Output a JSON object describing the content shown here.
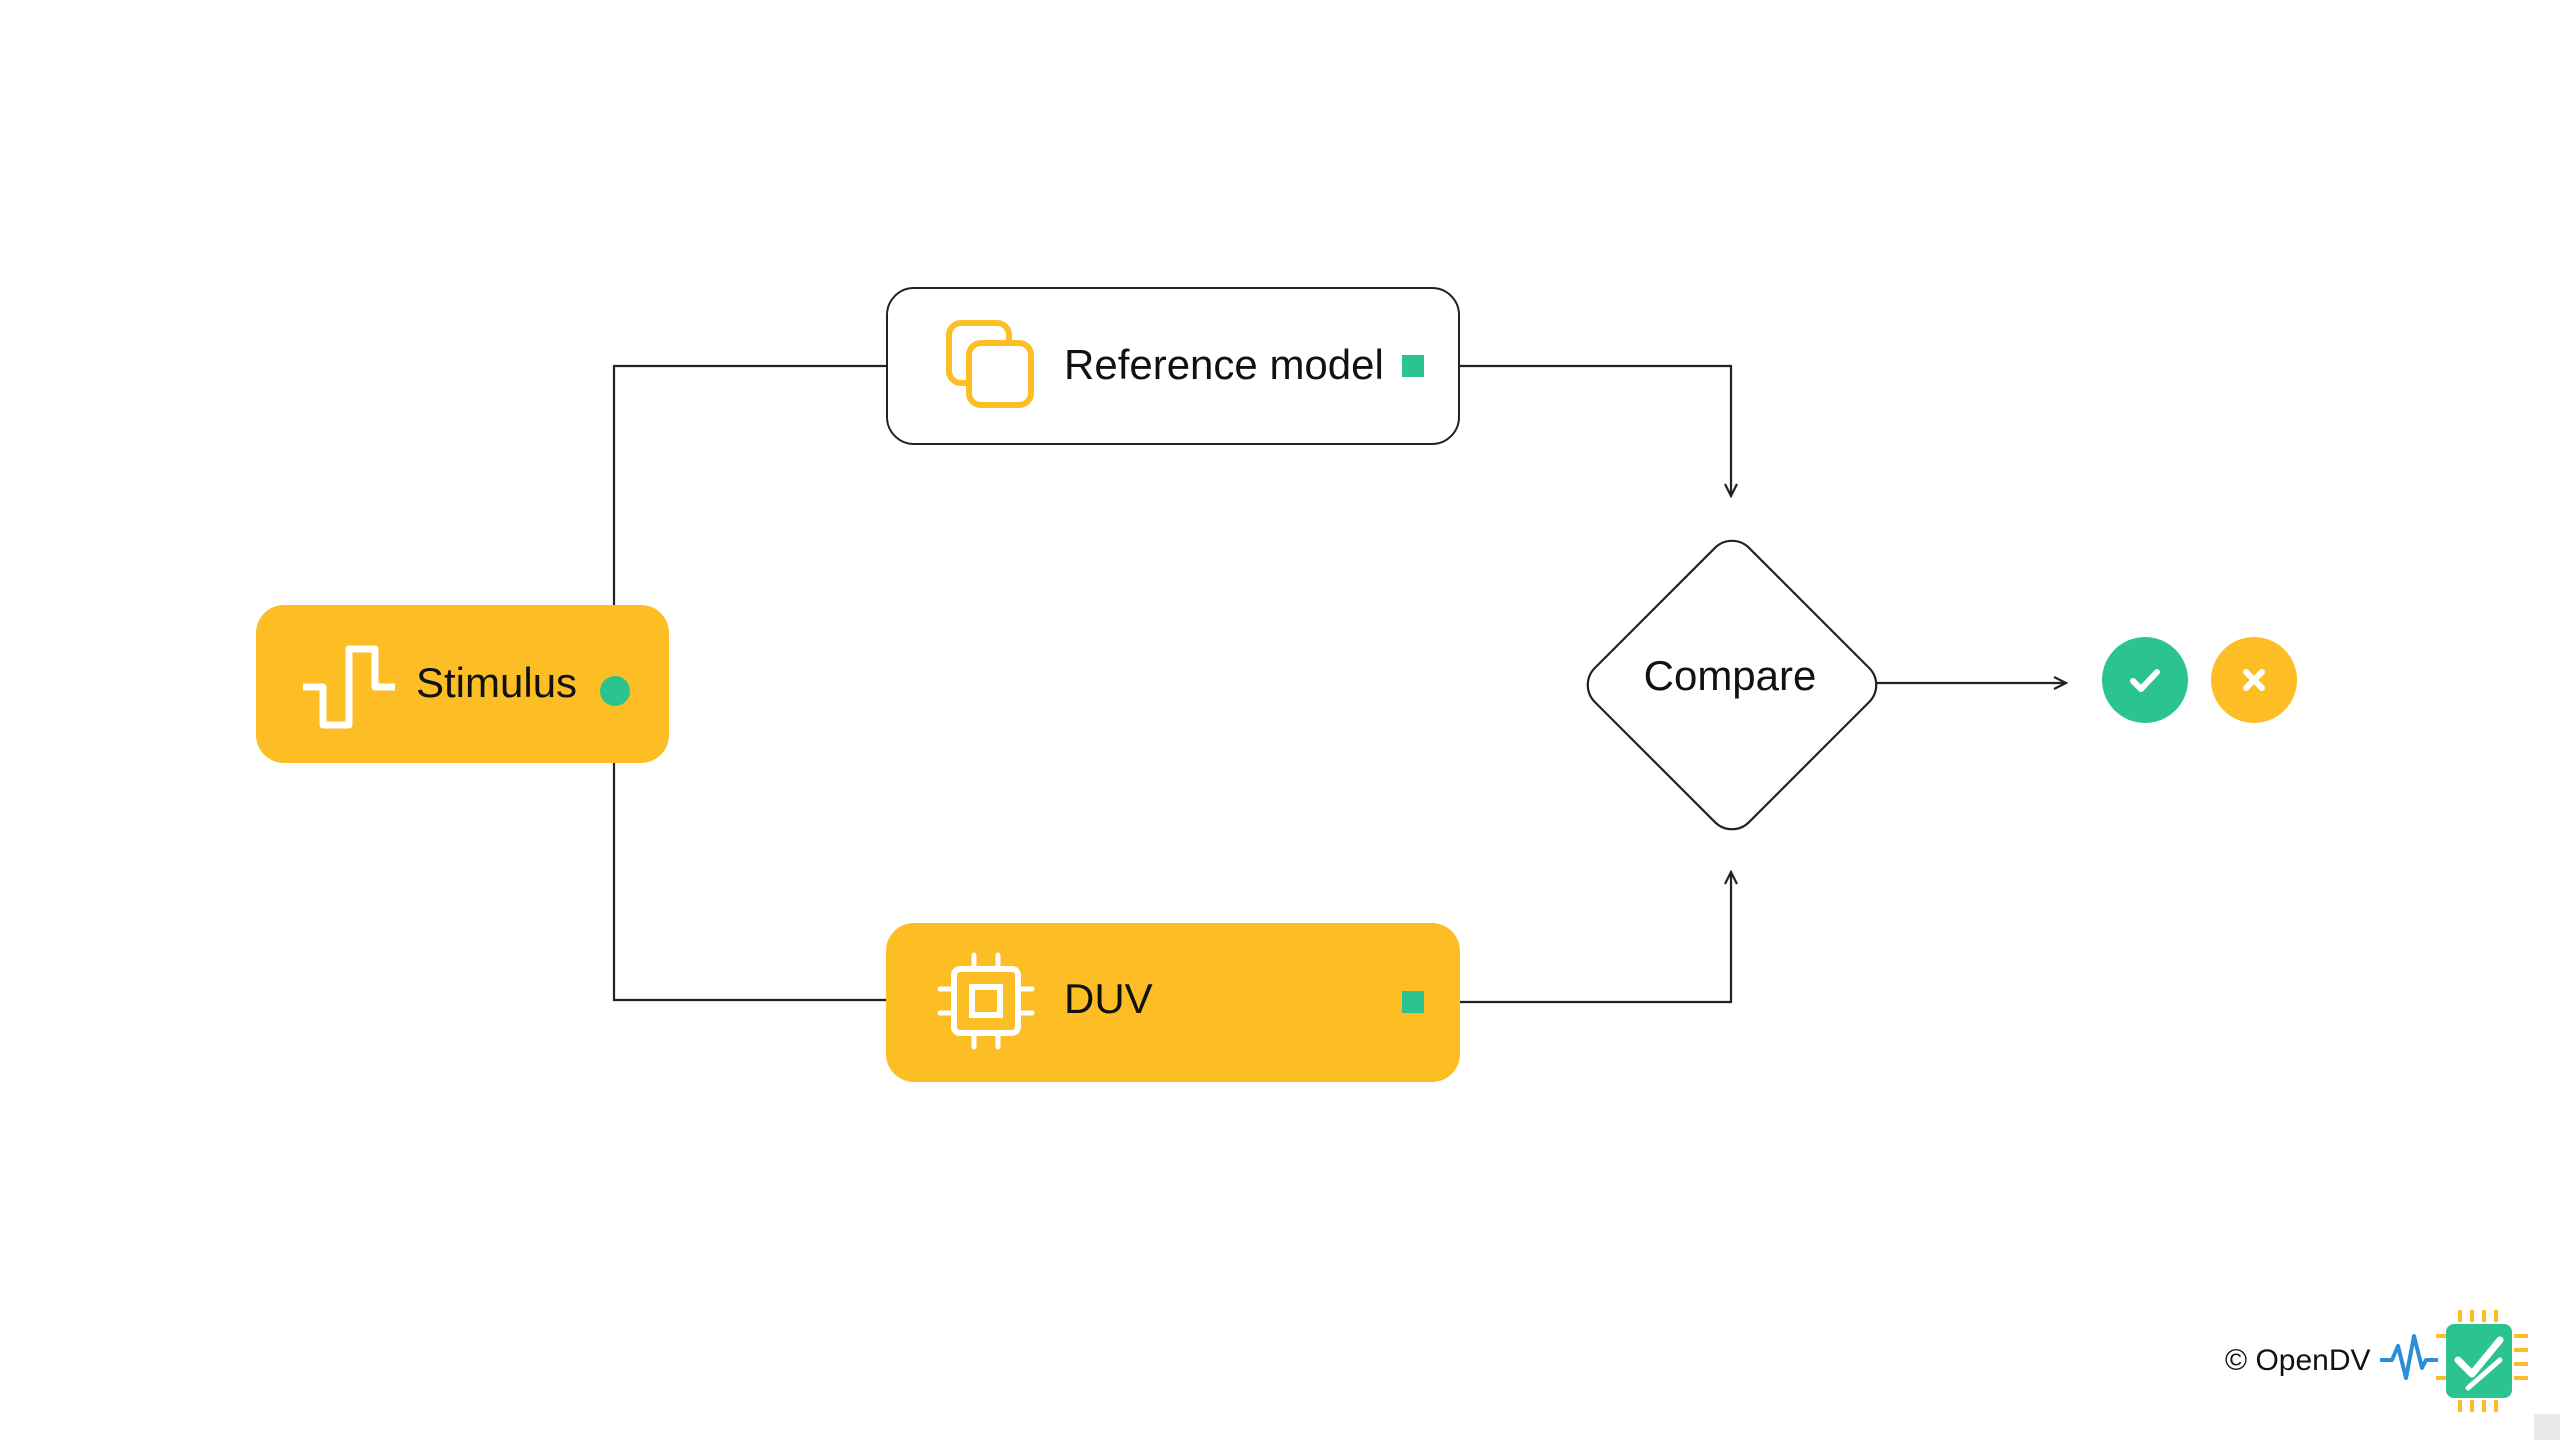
{
  "diagram": {
    "nodes": {
      "stimulus": {
        "label": "Stimulus",
        "icon": "pulse-icon"
      },
      "reference_model": {
        "label": "Reference model",
        "icon": "copy-icon"
      },
      "duv": {
        "label": "DUV",
        "icon": "chip-icon"
      },
      "compare": {
        "label": "Compare",
        "shape": "diamond"
      }
    },
    "results": [
      {
        "name": "pass",
        "icon": "check-icon",
        "color": "#2BC48E"
      },
      {
        "name": "fail",
        "icon": "cross-icon",
        "color": "#FDBE25"
      }
    ],
    "edges": [
      {
        "from": "Stimulus",
        "to": "Reference model"
      },
      {
        "from": "Stimulus",
        "to": "DUV"
      },
      {
        "from": "Reference model",
        "to": "Compare"
      },
      {
        "from": "DUV",
        "to": "Compare"
      },
      {
        "from": "Compare",
        "to": "result"
      }
    ]
  },
  "colors": {
    "node_fill": "#FDBE25",
    "port": "#2BC48E",
    "line": "#222222"
  },
  "footer": {
    "copyright": "© OpenDV",
    "logo": "opendv-logo-icon"
  }
}
